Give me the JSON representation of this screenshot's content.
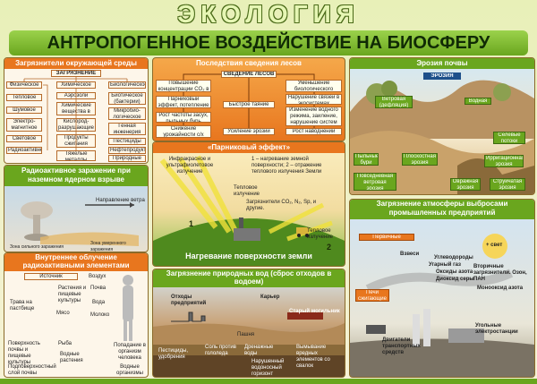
{
  "title": "ЭКОЛОГИЯ",
  "subtitle": "АНТРОПОГЕННОЕ ВОЗДЕЙСТВИЕ НА БИОСФЕРУ",
  "pollutants": {
    "header": "Загрязнители окружающей среды",
    "top": "ЗАГРЯЗНЕНИЕ",
    "col1": [
      "Физическое",
      "Тепловое",
      "Шумовое",
      "Электро-магнитное",
      "Световое",
      "Радиоактивное"
    ],
    "col2": [
      "Химическое",
      "Аэрозоли",
      "Химические вещества в воздухе",
      "Кислород-разрушающие соединения",
      "Продукты сжигания топлива",
      "Тяжелые металлы"
    ],
    "col3": [
      "Биологическое",
      "Биотическое (бактерии)",
      "Микробио-логическое",
      "Генная инженерия",
      "Пестициды",
      "Нефтепродукты",
      "Природные отходы"
    ]
  },
  "deforestation": {
    "header": "Последствия сведения лесов",
    "top": "СВЕДЕНИЕ ЛЕСОВ",
    "left": [
      "Повышение концентрации CO₂ в атмосфере",
      "Парниковый эффект, потепление климата",
      "Рост частоты засух, пыльных бурь",
      "Снижение урожайности с/х культур"
    ],
    "center": [
      "Быстрое таяние снегов",
      "Усиление эрозии почв"
    ],
    "right": [
      "Уменьшение биологического разнообразия",
      "Нарушение связей в экосистемах",
      "Изменение водного режима, заиление, нарушение систем водоснабжения",
      "Рост наводнений"
    ]
  },
  "erosion": {
    "header": "Эрозия почвы",
    "top": "ЭРОЗИЯ",
    "wind": "Ветровая (дефляция)",
    "water": "Водная",
    "items": [
      "Пыльные бури",
      "Плоскостная эрозия",
      "Ирригационная эрозия",
      "Селевые потоки",
      "Повседневная ветровая эрозия",
      "Овражная эрозия",
      "Струйчатая эрозия"
    ]
  },
  "radioactive": {
    "header": "Радиоактивное заражение при наземном ядерном взрыве",
    "wind": "Направление ветра",
    "zones": [
      "Зона сильного заражения",
      "Зона умеренного заражения"
    ]
  },
  "greenhouse": {
    "header": "«Парниковый эффект»",
    "left_label": "Инфракрасное и ультрафиолетовое излучение",
    "legend": "1 – нагревание земной поверхности; 2 – отражение теплового излучения Земли",
    "heat": "Тепловое излучение",
    "gases": "Загрязнители CO₂, N₂, Sp, и другие.",
    "ground_heat": "Тепловое излучение",
    "n1": "1",
    "n2": "2",
    "bottom": "Нагревание поверхности земли"
  },
  "internal": {
    "header": "Внутреннее облучение радиоактивными элементами",
    "items": [
      "Источник радионуклидов",
      "Воздух",
      "Почва",
      "Растения и пищевые культуры",
      "Трава на пастбище",
      "Вода",
      "Мясо",
      "Молоко",
      "Рыба",
      "Водные растения",
      "Попадание в организм человека",
      "Поверхность почвы и пищевые культуры",
      "Подповерхностный слой почвы",
      "Водные организмы"
    ]
  },
  "water": {
    "header": "Загрязнение природных вод (сброс отходов в водоем)",
    "items": [
      "Отходы предприятий",
      "Карьер",
      "Старый могильник",
      "Пашня",
      "Пестициды, удобрения",
      "Соль против гололеда",
      "Дренажные воды",
      "Нарушенный водоносный горизонт",
      "Вымывание вредных элементов со свалок"
    ]
  },
  "air": {
    "header": "Загрязнение атмосферы выбросами промышленных предприятий",
    "primary": "Первичные загрязнители",
    "sun": "+ свет",
    "items": [
      "Взвеси",
      "Углеводороды",
      "Угарный газ",
      "Оксиды азота",
      "Диоксид серы",
      "Вторичные загрязнители. Озон, ПАН",
      "Монооксид азота",
      "Печи сжигающие отходы",
      "Двигатели транспортных средств",
      "Угольные электростанции"
    ]
  },
  "colors": {
    "panel_head": "#6aa61e",
    "orange": "#e8761e"
  }
}
